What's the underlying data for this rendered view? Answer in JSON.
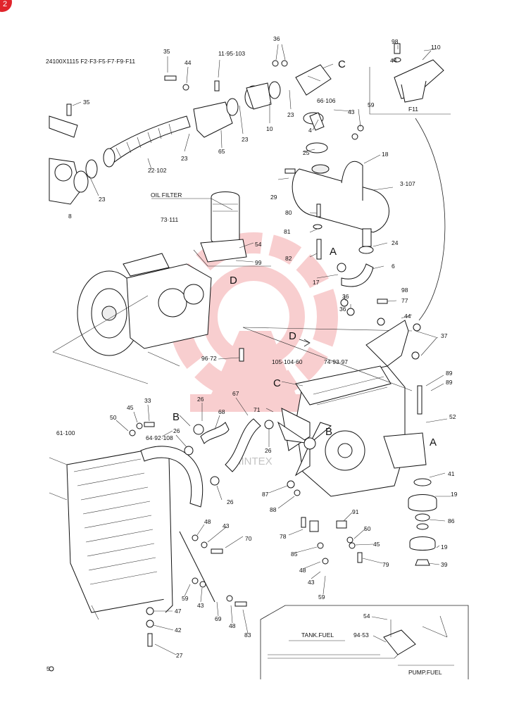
{
  "header": {
    "model_code": "24100X1115 F2·F3·F5·F7·F9·F11",
    "page_mark": "5"
  },
  "watermark": {
    "text": "MINTEX",
    "color": "#e0242b"
  },
  "corner_badge": {
    "text": "2",
    "color": "#e0242b"
  },
  "callouts": {
    "oil_filter": "OIL FILTER",
    "tank_fuel": "TANK.FUEL",
    "pump_fuel": "PUMP.FUEL",
    "f11": "F11",
    "A1": "A",
    "A2": "A",
    "B1": "B",
    "B2": "B",
    "C1": "C",
    "C2": "C",
    "D1": "D",
    "D2": "D"
  },
  "parts": {
    "p35a": "35",
    "p44a": "44",
    "p11": "11·95·103",
    "p36a": "36",
    "p98a": "98",
    "p44b": "44",
    "p110": "110",
    "p35b": "35",
    "p66": "66·106",
    "p23a": "23",
    "p10": "10",
    "p23b": "23",
    "p59a": "59",
    "p43a": "43",
    "p4": "4",
    "p23c": "23",
    "p65": "65",
    "p25": "25",
    "p18": "18",
    "p22": "22·102",
    "p23d": "23",
    "p29": "29",
    "p3": "3·107",
    "p8": "8",
    "p80": "80",
    "p73": "73·111",
    "p81": "81",
    "p54a": "54",
    "p24": "24",
    "p99": "99",
    "p82": "82",
    "p6": "6",
    "p17": "17",
    "p98b": "98",
    "p77": "77",
    "p36b": "36",
    "p36c": "36",
    "p44c": "44",
    "p37": "37",
    "p96": "96·72",
    "p105": "105·104·60",
    "p74": "74·93·97",
    "p89a": "89",
    "p89b": "89",
    "p67": "67",
    "p71": "71",
    "p26a": "26",
    "p68": "68",
    "p45a": "45",
    "p33": "33",
    "p50a": "50",
    "p52": "52",
    "p61": "61·100",
    "p64": "64·92·108",
    "p26b": "26",
    "p26c": "26",
    "p26d": "26",
    "p41": "41",
    "p19a": "19",
    "p87": "87",
    "p88": "88",
    "p91": "91",
    "p86": "86",
    "p48a": "48",
    "p43b": "43",
    "p70": "70",
    "p78": "78",
    "p50b": "50",
    "p19b": "19",
    "p45b": "45",
    "p85": "85",
    "p79": "79",
    "p48b": "48",
    "p39": "39",
    "p43c": "43",
    "p59b": "59",
    "p59c": "59",
    "p43d": "43",
    "p69": "69",
    "p48c": "48",
    "p83": "83",
    "p47": "47",
    "p42": "42",
    "p27": "27",
    "p54b": "54",
    "p94": "94·53"
  }
}
